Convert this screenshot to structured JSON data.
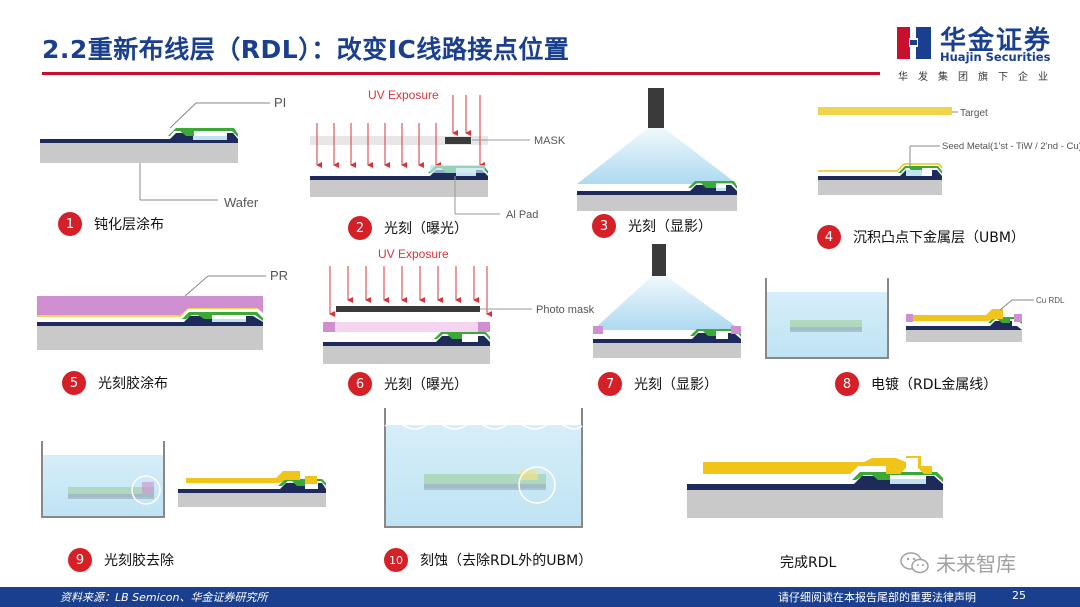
{
  "title": "2.2重新布线层（RDL）：改变IC线路接点位置",
  "brand": {
    "name_cn": "华金证券",
    "name_en": "Huajin Securities",
    "tagline": "华发集团旗下企业"
  },
  "callouts": {
    "pi": "PI",
    "wafer": "Wafer",
    "uv_exposure": "UV Exposure",
    "mask": "MASK",
    "al_pad": "Al Pad",
    "target": "Target",
    "seed_metal": "Seed Metal(1'st - TiW / 2'nd - Cu)",
    "pr": "PR",
    "uv_exposure_2": "UV Exposure",
    "photo_mask": "Photo mask",
    "cu_rdl": "Cu RDL"
  },
  "steps": [
    {
      "num": "1",
      "label": "钝化层涂布"
    },
    {
      "num": "2",
      "label": "光刻（曝光）"
    },
    {
      "num": "3",
      "label": "光刻（显影）"
    },
    {
      "num": "4",
      "label": "沉积凸点下金属层（UBM）"
    },
    {
      "num": "5",
      "label": "光刻胶涂布"
    },
    {
      "num": "6",
      "label": "光刻（曝光）"
    },
    {
      "num": "7",
      "label": "光刻（显影）"
    },
    {
      "num": "8",
      "label": "电镀（RDL金属线）"
    },
    {
      "num": "9",
      "label": "光刻胶去除"
    },
    {
      "num": "10",
      "label": "刻蚀（去除RDL外的UBM）"
    },
    {
      "num": "",
      "label": "完成RDL"
    }
  ],
  "footer": {
    "source": "资料来源：LB Semicon、华金证券研究所",
    "disclaimer": "请仔细阅读在本报告尾部的重要法律声明",
    "page": "25"
  },
  "watermark": "未来智库",
  "colors": {
    "title_blue": "#1a3f8f",
    "accent_red": "#c8102e",
    "step_circle": "#d52027",
    "wafer_grey": "#c9c9c9",
    "pi_green": "#3aa935",
    "metal_navy": "#1e2a5a",
    "pad_blue": "#bfe3f0",
    "photoresist_pink": "#cf8fd0",
    "copper_yellow": "#f0c419",
    "arrow_red": "#d9343a"
  }
}
